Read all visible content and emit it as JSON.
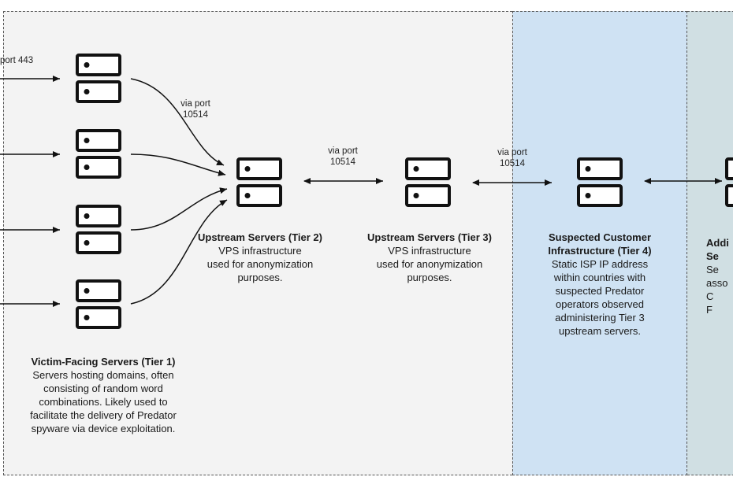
{
  "edge_labels": {
    "port_443": "port 443",
    "tier1_to_tier2": "via port\n10514",
    "tier2_to_tier3": "via port\n10514",
    "tier3_to_tier4": "via port\n10514"
  },
  "tiers": [
    {
      "title": "Victim-Facing Servers (Tier 1)",
      "description": "Servers hosting domains, often\nconsisting of random word\ncombinations. Likely used to\nfacilitate the delivery of Predator\nspyware via device exploitation."
    },
    {
      "title": "Upstream Servers (Tier 2)",
      "description": "VPS infrastructure\nused for anonymization\npurposes."
    },
    {
      "title": "Upstream Servers (Tier 3)",
      "description": "VPS infrastructure\nused for anonymization\npurposes."
    },
    {
      "title": "Suspected Customer\nInfrastructure (Tier 4)",
      "description": "Static ISP IP address\nwithin countries with\nsuspected Predator\noperators observed\nadministering Tier 3\nupstream servers."
    },
    {
      "title": "Addi\nSe",
      "description": "Se\nasso\nC\nF"
    }
  ],
  "colors": {
    "main_region": "#f3f3f3",
    "tier4_region": "#cfe2f3",
    "tier5_region": "#d0dfe3",
    "ink": "#111111"
  }
}
